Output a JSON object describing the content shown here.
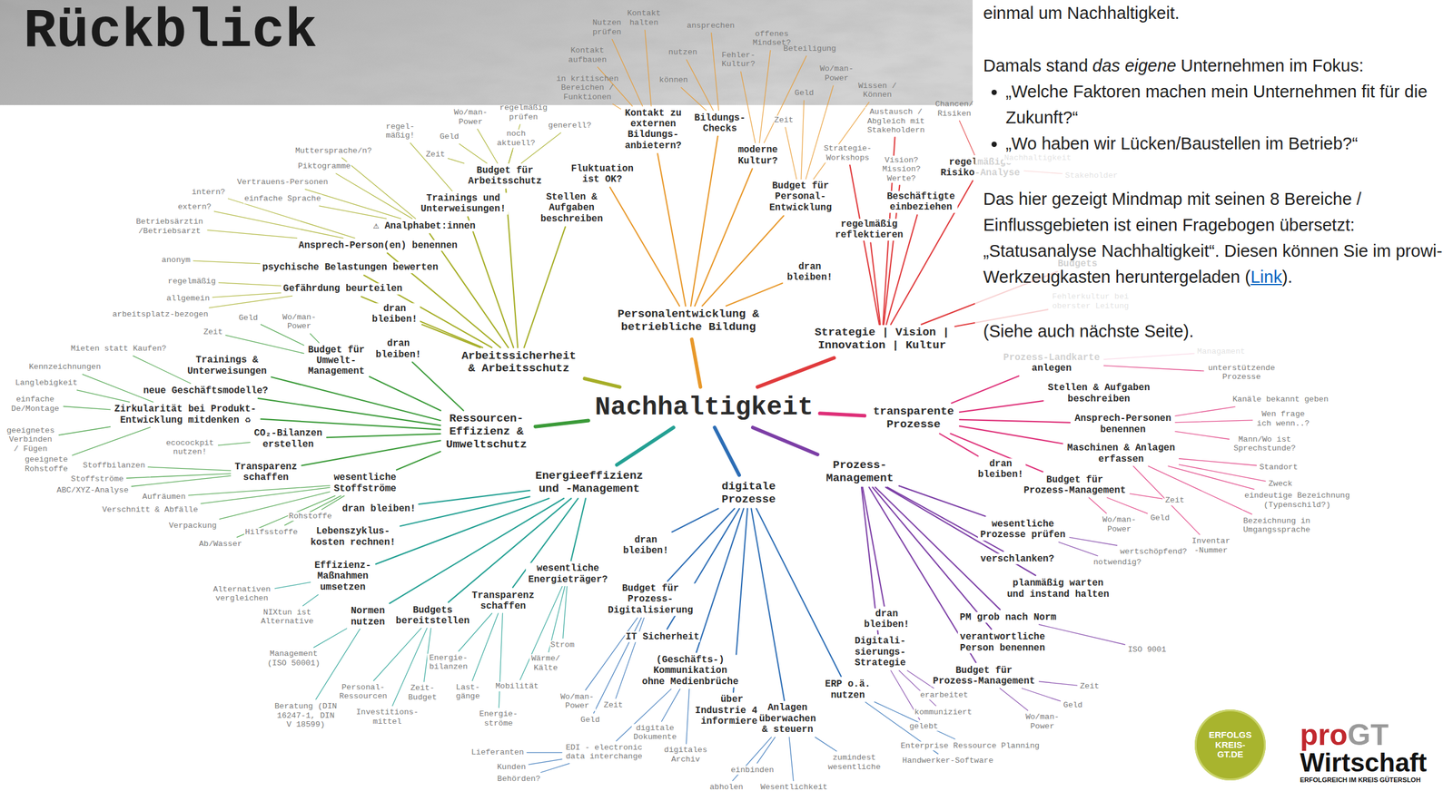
{
  "diagram": {
    "title": "Rückblick",
    "nodes": [
      {
        "text": [
          "Nachhaltigkeit"
        ]
      },
      {
        "text": [
          "Personalentwicklung & betriebliche Bildung"
        ]
      },
      {
        "text": [
          "Strategie | Vision | Innovation | Kultur"
        ]
      },
      {
        "text": [
          "transparente Prozesse"
        ]
      },
      {
        "text": [
          "Prozess-Management"
        ]
      },
      {
        "text": [
          "digitale Prozesse"
        ]
      },
      {
        "text": [
          "Energieeffizienz und -Management"
        ]
      },
      {
        "text": [
          "Ressourcen-Effizienz & Umweltschutz"
        ]
      },
      {
        "text": [
          "Arbeitssicherheit & Arbeitsschutz"
        ]
      },
      {
        "text": [
          "ERFOLGS KREIS- GT.DE"
        ]
      }
    ],
    "edges": [
      {
        "from": 0,
        "to": 1,
        "arrow": "none"
      },
      {
        "from": 0,
        "to": 2,
        "arrow": "none"
      },
      {
        "from": 0,
        "to": 3,
        "arrow": "none"
      },
      {
        "from": 0,
        "to": 4,
        "arrow": "none"
      },
      {
        "from": 0,
        "to": 5,
        "arrow": "none"
      },
      {
        "from": 0,
        "to": 6,
        "arrow": "none"
      },
      {
        "from": 0,
        "to": 7,
        "arrow": "none"
      },
      {
        "from": 0,
        "to": 8,
        "arrow": "none"
      }
    ],
    "labels": [
      "einmal um Nachhaltigkeit.",
      "Damals stand",
      "das eigene",
      "Unternehmen im Fokus:",
      "„Welche Faktoren machen mein Unternehmen fit für die Zukunft?“",
      "„Wo haben wir Lücken/Baustellen im Betrieb?“",
      "Das hier gezeigt Mindmap mit seinen 8 Bereiche / Einflussgebieten ist einen Fragebogen übersetzt: „Statusanalyse Nachhaltigkeit“. Diesen können Sie im prowi-Werkzeugkasten heruntergeladen (",
      "Link",
      ").",
      "(Siehe auch nächste Seite).",
      "pro",
      "GT",
      "Wirtschaft",
      "ERFOLGREICH IM KREIS GÜTERSLOH",
      "Budget für Arbeitsschutz",
      "Wo/man-Power",
      "regelmäßig prüfen",
      "Geld",
      "noch aktuell?",
      "Zeit",
      "generell?",
      "Trainings und Unterweisungen!",
      "regel-mäßig!",
      "⚠ Analphabet:innen",
      "Muttersprache/n?",
      "Piktogramme",
      "Vertrauens-Personen",
      "einfache Sprache",
      "Ansprech-Person(en) benennen",
      "intern?",
      "extern?",
      "Betriebsärztin /Betriebsarzt",
      "psychische Belastungen bewerten",
      "anonym",
      "Gefährdung beurteilen",
      "regelmäßig",
      "allgemein",
      "arbeitsplatz-bezogen",
      "dran bleiben!",
      "Stellen & Aufgaben beschreiben",
      "Fluktuation ist OK?",
      "Kontakt zu externen Bildungs-anbietern?",
      "Nutzen prüfen",
      "Kontakt halten",
      "Kontakt aufbauen",
      "in kritischen Bereichen / Funktionen",
      "Bildungs-Checks",
      "nutzen",
      "ansprechen",
      "können",
      "moderne Kultur?",
      "Fehler-Kultur?",
      "offenes Mindset?",
      "Beteiligung",
      "Budget für Personal-Entwicklung",
      "Zeit",
      "Geld",
      "Wo/man-Power",
      "Wissen / Können",
      "dran bleiben!",
      "Strategie-Workshops",
      "Vision? Mission? Werte?",
      "Austausch / Abgleich mit Stakeholdern",
      "Chancen/ Risiken",
      "regelmäßige Risiko-Analyse",
      "Beschäftigte einbeziehen",
      "regelmäßig reflektieren",
      "Nachhaltigkeit",
      "Stakeholder",
      "Budgets",
      "Fehlerkultur bei oberster Leitung",
      "Prozess-Landkarte anlegen",
      "Managament",
      "unterstützende Prozesse",
      "Stellen & Aufgaben beschreiben",
      "Kanäle bekannt geben",
      "Ansprech-Personen benennen",
      "Wen frage ich wenn..?",
      "Mann/Wo ist Sprechstunde?",
      "Maschinen & Anlagen erfassen",
      "Standort",
      "Zweck",
      "eindeutige Bezeichnung (Typenschild?)",
      "Bezeichnung in Umgangssprache",
      "Inventar -Nummer",
      "Budget für Prozess-Management",
      "Zeit",
      "Wo/man-Power",
      "Geld",
      "dran bleiben!",
      "wesentliche Prozesse prüfen",
      "wertschöpfend?",
      "notwendig?",
      "verschlanken?",
      "planmäßig warten und instand halten",
      "PM grob nach Norm",
      "ISO 9001",
      "verantwortliche Person benennen",
      "Budget für Prozess-Management",
      "Zeit",
      "Geld",
      "Wo/man-Power",
      "dran bleiben!",
      "Digitali-sierungs-Strategie",
      "erarbeitet",
      "kommuniziert",
      "gelebt",
      "dran bleiben!",
      "Budget für Prozess-Digitalisierung",
      "Wo/man-Power",
      "Zeit",
      "Geld",
      "IT Sicherheit",
      "(Geschäfts-) Kommunikation ohne Medienbrüche",
      "EDI - electronic data interchange",
      "Lieferanten",
      "Kunden",
      "Behörden?",
      "digitale Dokumente",
      "digitales Archiv",
      "über Industrie 4.0 informieren",
      "Anlagen überwachen & steuern",
      "einbinden",
      "abholen",
      "Wesentlichkeit",
      "zumindest wesentliche",
      "ERP o.ä. nutzen",
      "Enterprise Ressource Planning",
      "Handwerker-Software",
      "wesentliche Energieträger?",
      "Strom",
      "Wärme/ Kälte",
      "Mobilität",
      "Transparenz schaffen",
      "Energie-bilanzen",
      "Last-gänge",
      "Energie-ströme",
      "Budgets bereitstellen",
      "Zeit-Budget",
      "Personal-Ressourcen",
      "Investitions-mittel",
      "Normen nutzen",
      "Management (ISO 50001)",
      "Beratung (DIN 16247-1, DIN V 18599)",
      "Effizienz-Maßnahmen umsetzen",
      "Alternativen vergleichen",
      "NIXtun ist Alternative",
      "Lebenszyklus-kosten rechnen!",
      "dran bleiben!",
      "Trainings & Unterweisungen",
      "Mieten statt Kaufen?",
      "neue Geschäftsmodelle?",
      "Zirkularität bei Produkt-Entwicklung mitdenken ♻",
      "Kennzeichnungen",
      "Langlebigkeit",
      "einfache De/Montage",
      "geeignetes Verbinden / Fügen",
      "geeignete Rohstoffe",
      "CO₂-Bilanzen erstellen",
      "ecocockpit nutzen!",
      "Transparenz schaffen",
      "Stoffbilanzen",
      "Stoffströme",
      "ABC/XYZ-Analyse",
      "wesentliche Stoffströme",
      "Aufräumen",
      "Verschnitt & Abfälle",
      "Rohstoffe",
      "Hilfsstoffe",
      "Verpackung",
      "Ab/Wasser",
      "Budget für Umwelt-Management",
      "Geld",
      "Wo/man-Power",
      "Zeit",
      "dran bleiben!"
    ]
  }
}
